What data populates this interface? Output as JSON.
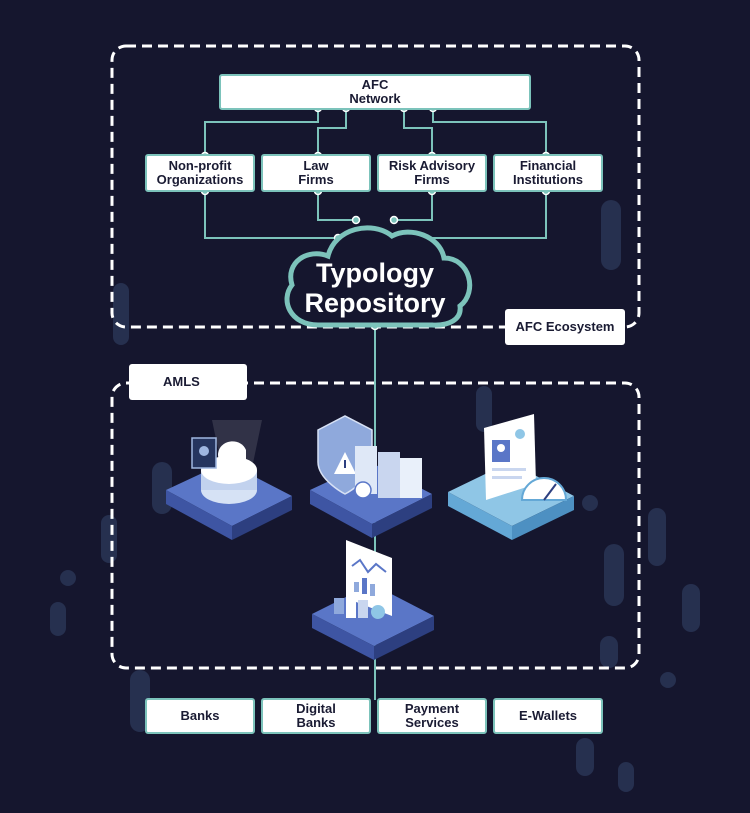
{
  "network": {
    "label": "AFC\nNetwork"
  },
  "participants": [
    {
      "label": "Non-profit\nOrganizations"
    },
    {
      "label": "Law\nFirms"
    },
    {
      "label": "Risk Advisory\nFirms"
    },
    {
      "label": "Financial\nInstitutions"
    }
  ],
  "repository": {
    "label": "Typology\nRepository"
  },
  "ecosystem": {
    "label": "AFC Ecosystem"
  },
  "amls": {
    "label": "AMLS"
  },
  "institutions": [
    {
      "label": "Banks"
    },
    {
      "label": "Digital\nBanks"
    },
    {
      "label": "Payment\nServices"
    },
    {
      "label": "E-Wallets"
    }
  ],
  "colors": {
    "background": "#15162e",
    "connector": "#7cc3bb",
    "box": "#ffffff",
    "text": "#1a1b33",
    "accent": "#5a76c7"
  }
}
